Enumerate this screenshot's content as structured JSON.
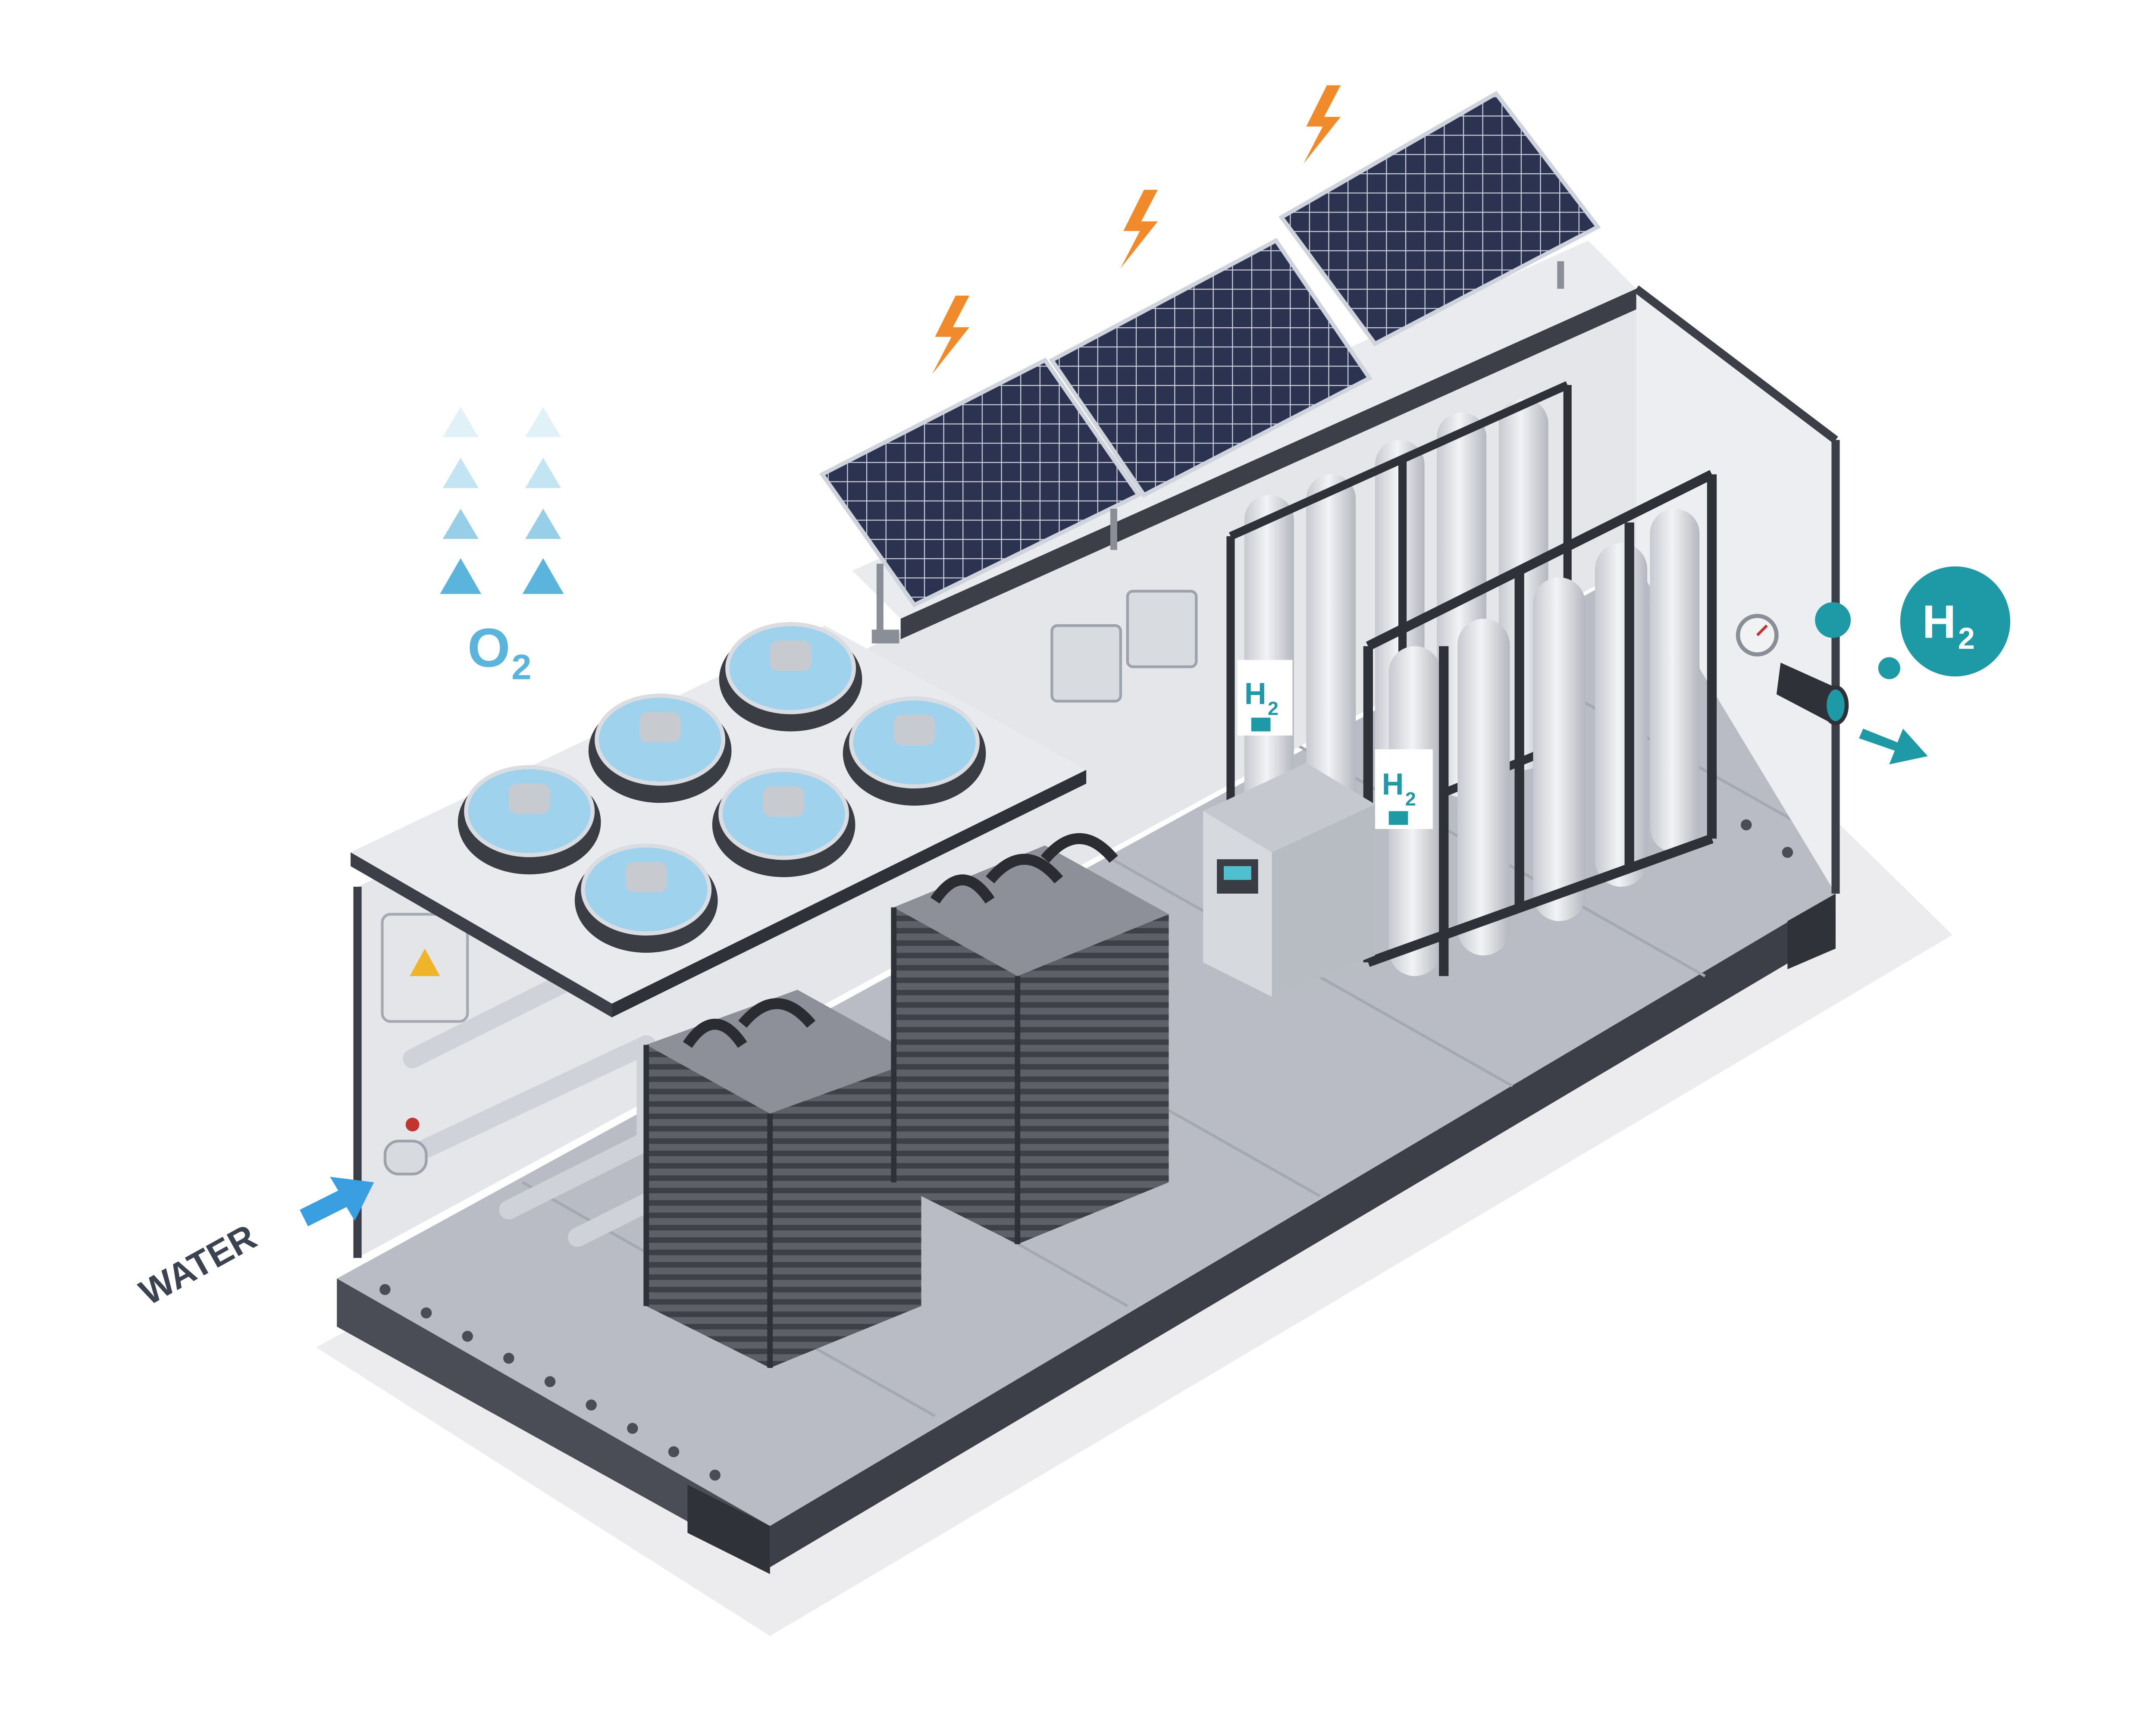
{
  "labels": {
    "water": "WATER",
    "oxygen_main": "O",
    "oxygen_sub": "2",
    "hydrogen_main": "H",
    "hydrogen_sub": "2",
    "tank_main": "H",
    "tank_sub": "2"
  },
  "colors": {
    "water_arrow": "#3a9fe0",
    "oxygen": "#5ab4dc",
    "hydrogen": "#1e9aa6",
    "spark": "#f08a2a",
    "solar_cell": "#2b3350",
    "frame_dark": "#3c3f47",
    "floor": "#b9bcc5",
    "wall": "#e4e6ea"
  },
  "icons": {
    "fan": "fan-icon",
    "spark": "lightning-icon",
    "warning": "warning-icon",
    "pressure_gauge": "gauge-icon"
  }
}
